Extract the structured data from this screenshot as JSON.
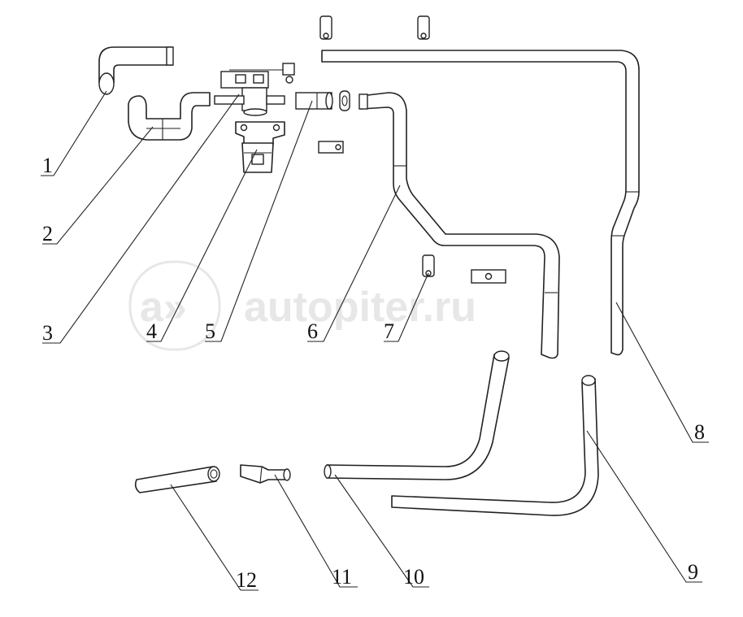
{
  "watermark": {
    "text": "autopiter.ru",
    "logo_glyph": "a»"
  },
  "callouts": [
    {
      "id": "1",
      "label": "1"
    },
    {
      "id": "2",
      "label": "2"
    },
    {
      "id": "3",
      "label": "3"
    },
    {
      "id": "4",
      "label": "4"
    },
    {
      "id": "5",
      "label": "5"
    },
    {
      "id": "6",
      "label": "6"
    },
    {
      "id": "7",
      "label": "7"
    },
    {
      "id": "8",
      "label": "8"
    },
    {
      "id": "9",
      "label": "9"
    },
    {
      "id": "10",
      "label": "10"
    },
    {
      "id": "11",
      "label": "11"
    },
    {
      "id": "12",
      "label": "12"
    }
  ],
  "colors": {
    "line": "#222222",
    "background": "#ffffff",
    "watermark": "#e7e7e7"
  }
}
